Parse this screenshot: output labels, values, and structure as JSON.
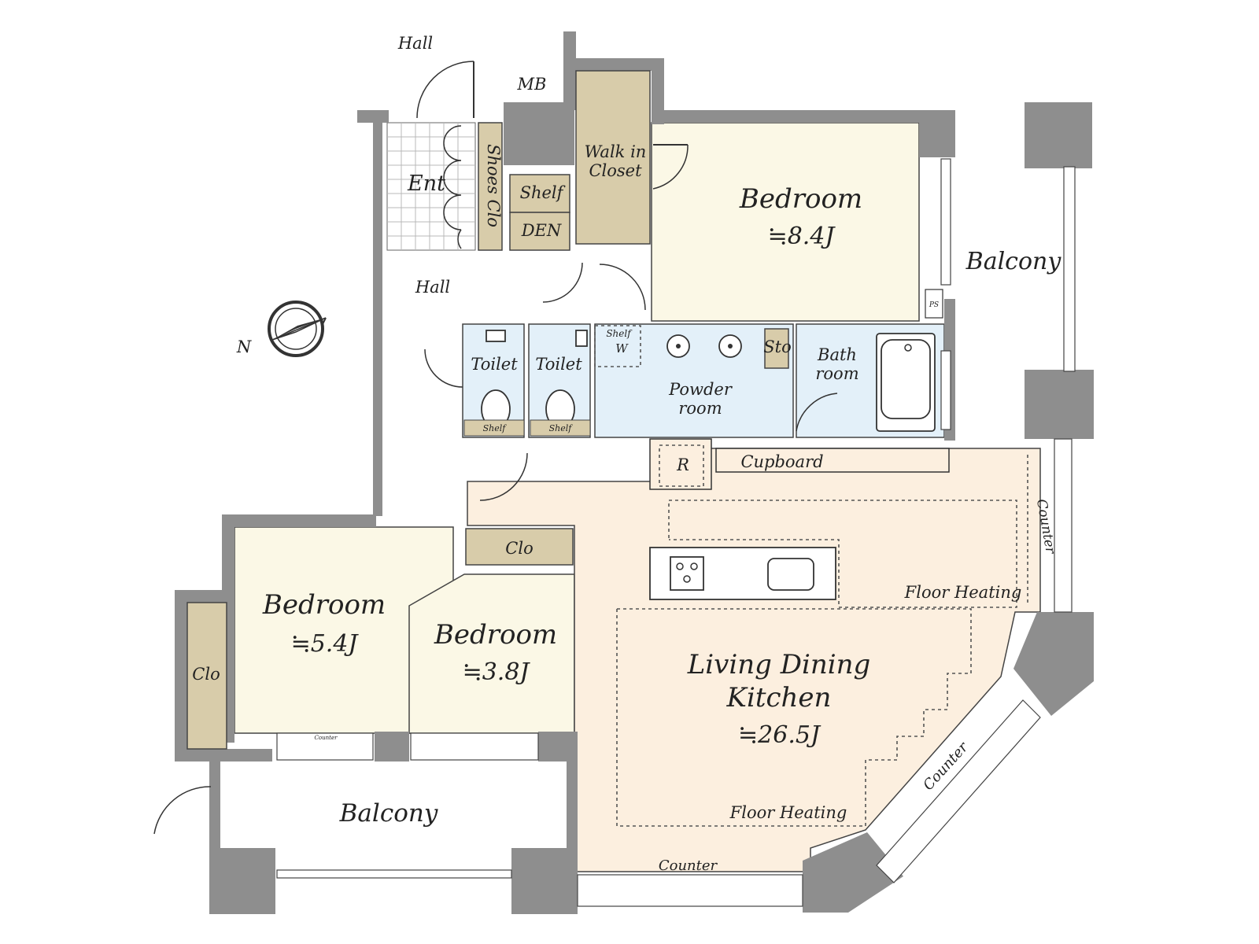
{
  "rooms": {
    "hall_top": "Hall",
    "mb": "MB",
    "ent": "Ent",
    "shoes_clo": "Shoes Clo",
    "shelf_den": "Shelf",
    "den": "DEN",
    "walk_in_closet_1": "Walk in",
    "walk_in_closet_2": "Closet",
    "bedroom_main": "Bedroom",
    "bedroom_main_size": "≒8.4J",
    "balcony_right": "Balcony",
    "ps": "PS",
    "hall_mid": "Hall",
    "toilet_1": "Toilet",
    "toilet_2": "Toilet",
    "shelf_toilet_1": "Shelf",
    "shelf_toilet_2": "Shelf",
    "shelf_w": "Shelf",
    "w": "W",
    "powder_room_1": "Powder",
    "powder_room_2": "room",
    "sto": "Sto",
    "bath_room_1": "Bath",
    "bath_room_2": "room",
    "r": "R",
    "cupboard": "Cupboard",
    "counter_right": "Counter",
    "floor_heating_1": "Floor Heating",
    "ldk_1": "Living Dining",
    "ldk_2": "Kitchen",
    "ldk_size": "≒26.5J",
    "floor_heating_2": "Floor Heating",
    "counter_diag": "Counter",
    "counter_bottom": "Counter",
    "bedroom_54": "Bedroom",
    "bedroom_54_size": "≒5.4J",
    "bedroom_38": "Bedroom",
    "bedroom_38_size": "≒3.8J",
    "clo_left": "Clo",
    "clo_mid": "Clo",
    "counter_small": "Counter",
    "balcony_bottom": "Balcony"
  },
  "compass": {
    "north": "N"
  },
  "colors": {
    "bedroom": "#fbf8e6",
    "ldk": "#fcefdf",
    "wet": "#e3f0f9",
    "closet": "#d8ccaa",
    "wall": "#8e8e8e"
  }
}
